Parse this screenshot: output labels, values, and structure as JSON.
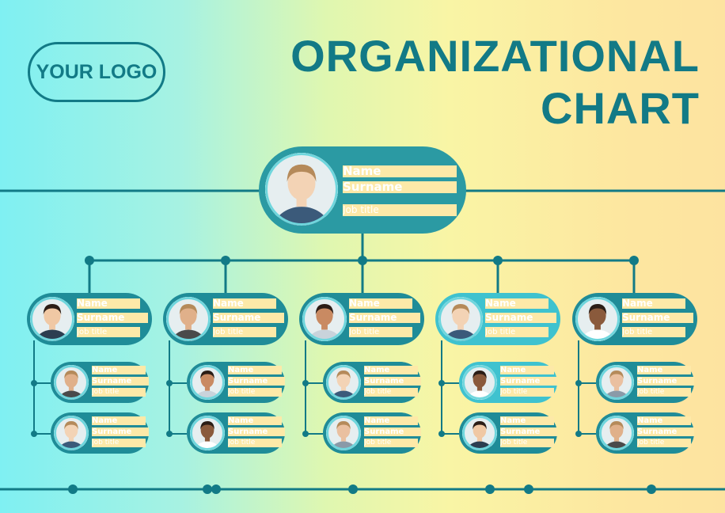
{
  "logo": {
    "text": "YOUR LOGO"
  },
  "title": {
    "line1": "ORGANIZATIONAL",
    "line2": "CHART"
  },
  "colors": {
    "teal": "#127a86",
    "card": "#1f8c98",
    "card_light": "#3fc2cf",
    "bar": "#fde9a8"
  },
  "root": {
    "name": "Name",
    "surname": "Surname",
    "job": "Job title"
  },
  "managers": [
    {
      "name": "Name",
      "surname": "Surname",
      "job": "Job title",
      "reports": [
        {
          "name": "Name",
          "surname": "Surname",
          "job": "Job title"
        },
        {
          "name": "Name",
          "surname": "Surname",
          "job": "Job title"
        }
      ]
    },
    {
      "name": "Name",
      "surname": "Surname",
      "job": "Job title",
      "reports": [
        {
          "name": "Name",
          "surname": "Surname",
          "job": "Job title"
        },
        {
          "name": "Name",
          "surname": "Surname",
          "job": "Job title"
        }
      ]
    },
    {
      "name": "Name",
      "surname": "Surname",
      "job": "Job title",
      "reports": [
        {
          "name": "Name",
          "surname": "Surname",
          "job": "Job title"
        },
        {
          "name": "Name",
          "surname": "Surname",
          "job": "Job title"
        }
      ]
    },
    {
      "name": "Name",
      "surname": "Surname",
      "job": "Job title",
      "reports": [
        {
          "name": "Name",
          "surname": "Surname",
          "job": "Job title"
        },
        {
          "name": "Name",
          "surname": "Surname",
          "job": "Job title"
        }
      ]
    },
    {
      "name": "Name",
      "surname": "Surname",
      "job": "Job title",
      "reports": [
        {
          "name": "Name",
          "surname": "Surname",
          "job": "Job title"
        },
        {
          "name": "Name",
          "surname": "Surname",
          "job": "Job title"
        }
      ]
    }
  ]
}
